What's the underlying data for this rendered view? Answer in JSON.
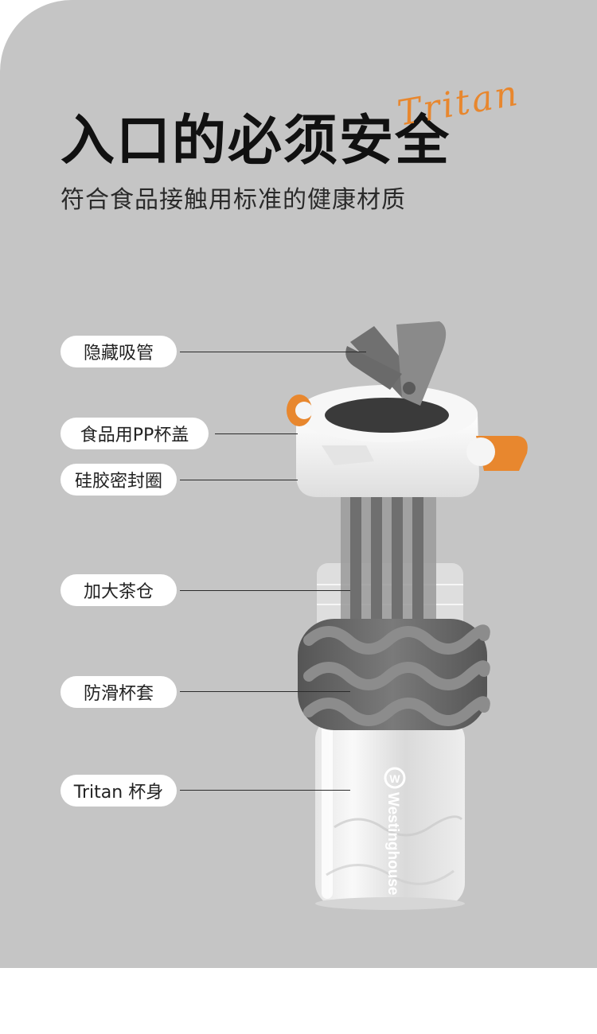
{
  "header": {
    "title": "入口的必须安全",
    "script_word": "Tritan",
    "subtitle": "符合食品接触用标准的健康材质"
  },
  "bottle": {
    "brand": "Westinghouse",
    "brand_mark": "W"
  },
  "callouts": [
    {
      "label": "隐藏吸管"
    },
    {
      "label": "食品用PP杯盖"
    },
    {
      "label": "硅胶密封圈"
    },
    {
      "label": "加大茶仓"
    },
    {
      "label": "防滑杯套"
    },
    {
      "label": "Tritan 杯身"
    }
  ],
  "colors": {
    "panel": "#c5c5c5",
    "accent": "#e8872e",
    "sleeve": "#6d6d6d",
    "lid": "#f4f4f4"
  }
}
